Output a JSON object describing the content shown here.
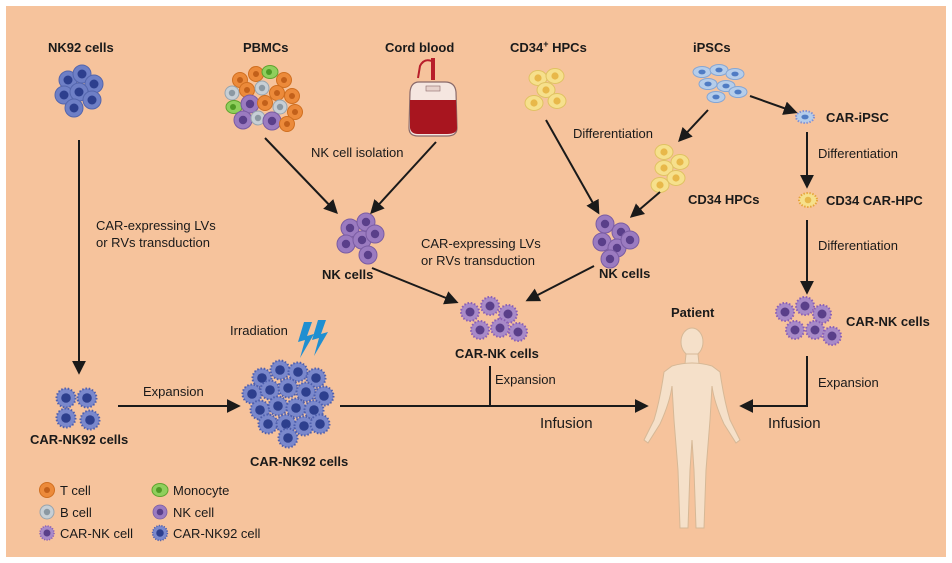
{
  "colors": {
    "background": "#f6c39c",
    "frame": "#ffffff",
    "arrow": "#1a1a1a",
    "nk_cell": "#9b7bc0",
    "nk_cell_core": "#5a3f8a",
    "car_nk92_cell": "#6e7fc6",
    "car_nk92_core": "#2d3f8e",
    "t_cell": "#ec8a3a",
    "b_cell": "#a8b4bd",
    "monocyte": "#7bc24a",
    "hpc": "#f5dd84",
    "hpc_core": "#e3b441",
    "ipsc": "#a9c4e6",
    "ipsc_core": "#4f7cc4",
    "blood_bag": "#b81e2a",
    "patient": "#f5e0c9",
    "lightning": "#1f8fd1"
  },
  "sources": {
    "nk92": "NK92 cells",
    "pbmc": "PBMCs",
    "cord_blood": "Cord blood",
    "cd34_hpcs_prefix": "CD34",
    "cd34_hpcs_sup": "+",
    "cd34_hpcs_suffix": " HPCs",
    "ipsc": "iPSCs"
  },
  "steps": {
    "nk_isolation": "NK cell isolation",
    "differentiation_left": "Differentiation",
    "cd34_hpcs": "CD34 HPCs",
    "car_ipsc": "CAR-iPSC",
    "differentiation_right_1": "Differentiation",
    "cd34_car_hpc": "CD34 CAR-HPC",
    "differentiation_right_2": "Differentiation",
    "transduction_left_1": "CAR-expressing LVs",
    "transduction_left_2": "or RVs  transduction",
    "transduction_center_1": "CAR-expressing LVs",
    "transduction_center_2": "or RVs  transduction"
  },
  "cells": {
    "nk_cells_left": "NK cells",
    "nk_cells_right": "NK cells",
    "car_nk_center": "CAR-NK cells",
    "car_nk_right": "CAR-NK cells",
    "car_nk92_left": "CAR-NK92 cells",
    "car_nk92_expanded": "CAR-NK92 cells"
  },
  "labels": {
    "irradiation": "Irradiation",
    "expansion_left": "Expansion",
    "expansion_center": "Expansion",
    "expansion_right": "Expansion",
    "infusion_center": "Infusion",
    "infusion_right": "Infusion",
    "patient": "Patient"
  },
  "legend": [
    {
      "label": "T cell",
      "icon": "t-cell-icon"
    },
    {
      "label": "B cell",
      "icon": "b-cell-icon"
    },
    {
      "label": "CAR-NK cell",
      "icon": "car-nk-cell-icon"
    },
    {
      "label": "Monocyte",
      "icon": "monocyte-icon"
    },
    {
      "label": "NK cell",
      "icon": "nk-cell-icon"
    },
    {
      "label": "CAR-NK92 cell",
      "icon": "car-nk92-cell-icon"
    }
  ]
}
